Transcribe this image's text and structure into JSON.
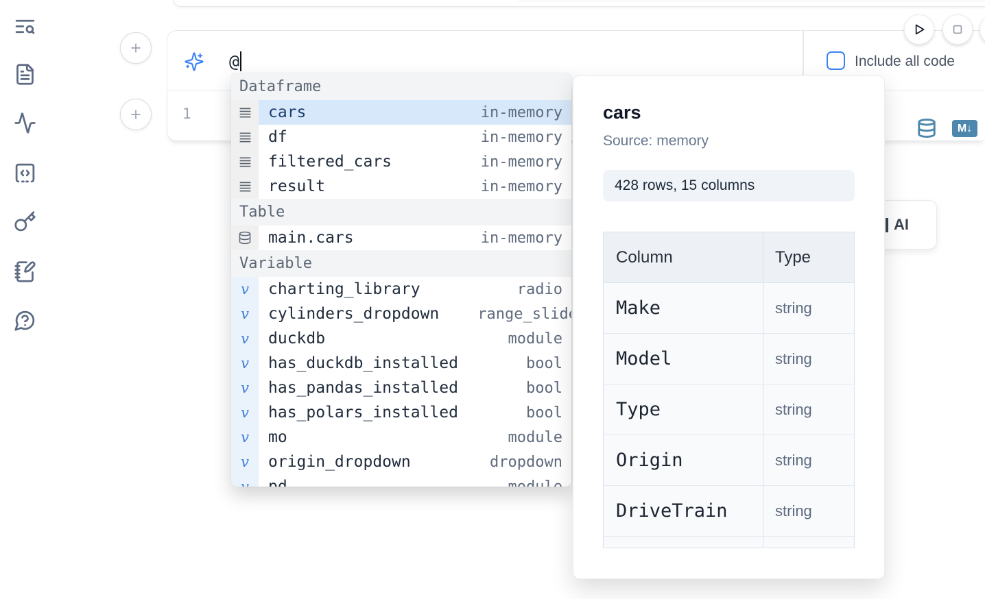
{
  "sidebar": {
    "icons": [
      {
        "name": "text-search-icon"
      },
      {
        "name": "file-text-icon"
      },
      {
        "name": "activity-icon"
      },
      {
        "name": "code-snippet-icon"
      },
      {
        "name": "key-icon"
      },
      {
        "name": "notebook-pen-icon"
      },
      {
        "name": "help-chat-icon"
      }
    ]
  },
  "ai_cell": {
    "input_value": "@",
    "include_checkbox_label": "Include all code"
  },
  "code_cell": {
    "line_number": "1",
    "markdown_icon_label": "M↓"
  },
  "ai_card": {
    "visible_label": "AI"
  },
  "completion": {
    "rows": [
      {
        "kind": "header",
        "label": "Dataframe"
      },
      {
        "kind": "item",
        "icon": "rows",
        "gutter": "gray",
        "name": "cars",
        "type": "in-memory",
        "selected": true
      },
      {
        "kind": "item",
        "icon": "rows",
        "gutter": "gray",
        "name": "df",
        "type": "in-memory"
      },
      {
        "kind": "item",
        "icon": "rows",
        "gutter": "gray",
        "name": "filtered_cars",
        "type": "in-memory"
      },
      {
        "kind": "item",
        "icon": "rows",
        "gutter": "gray",
        "name": "result",
        "type": "in-memory"
      },
      {
        "kind": "header",
        "label": "Table"
      },
      {
        "kind": "item",
        "icon": "database",
        "gutter": "gray",
        "name": "main.cars",
        "type": "in-memory"
      },
      {
        "kind": "header",
        "label": "Variable"
      },
      {
        "kind": "item",
        "icon": "variable",
        "gutter": "blue",
        "name": "charting_library",
        "type": "radio"
      },
      {
        "kind": "item",
        "icon": "variable",
        "gutter": "blue",
        "name": "cylinders_dropdown",
        "type": "range_slider"
      },
      {
        "kind": "item",
        "icon": "variable",
        "gutter": "blue",
        "name": "duckdb",
        "type": "module"
      },
      {
        "kind": "item",
        "icon": "variable",
        "gutter": "blue",
        "name": "has_duckdb_installed",
        "type": "bool"
      },
      {
        "kind": "item",
        "icon": "variable",
        "gutter": "blue",
        "name": "has_pandas_installed",
        "type": "bool"
      },
      {
        "kind": "item",
        "icon": "variable",
        "gutter": "blue",
        "name": "has_polars_installed",
        "type": "bool"
      },
      {
        "kind": "item",
        "icon": "variable",
        "gutter": "blue",
        "name": "mo",
        "type": "module"
      },
      {
        "kind": "item",
        "icon": "variable",
        "gutter": "blue",
        "name": "origin_dropdown",
        "type": "dropdown"
      },
      {
        "kind": "item",
        "icon": "variable",
        "gutter": "blue",
        "name": "pd",
        "type": "module"
      }
    ]
  },
  "preview": {
    "title": "cars",
    "source": "Source: memory",
    "shape": "428 rows, 15 columns",
    "headers": {
      "column": "Column",
      "type": "Type"
    },
    "rows": [
      {
        "column": "Make",
        "type": "string"
      },
      {
        "column": "Model",
        "type": "string"
      },
      {
        "column": "Type",
        "type": "string"
      },
      {
        "column": "Origin",
        "type": "string"
      },
      {
        "column": "DriveTrain",
        "type": "string"
      },
      {
        "column": "",
        "type": ""
      }
    ]
  },
  "colors": {
    "accent_blue": "#3b82f6",
    "steel_blue_icon": "#4d87ae",
    "selected_row_bg": "#d7e8fa"
  }
}
